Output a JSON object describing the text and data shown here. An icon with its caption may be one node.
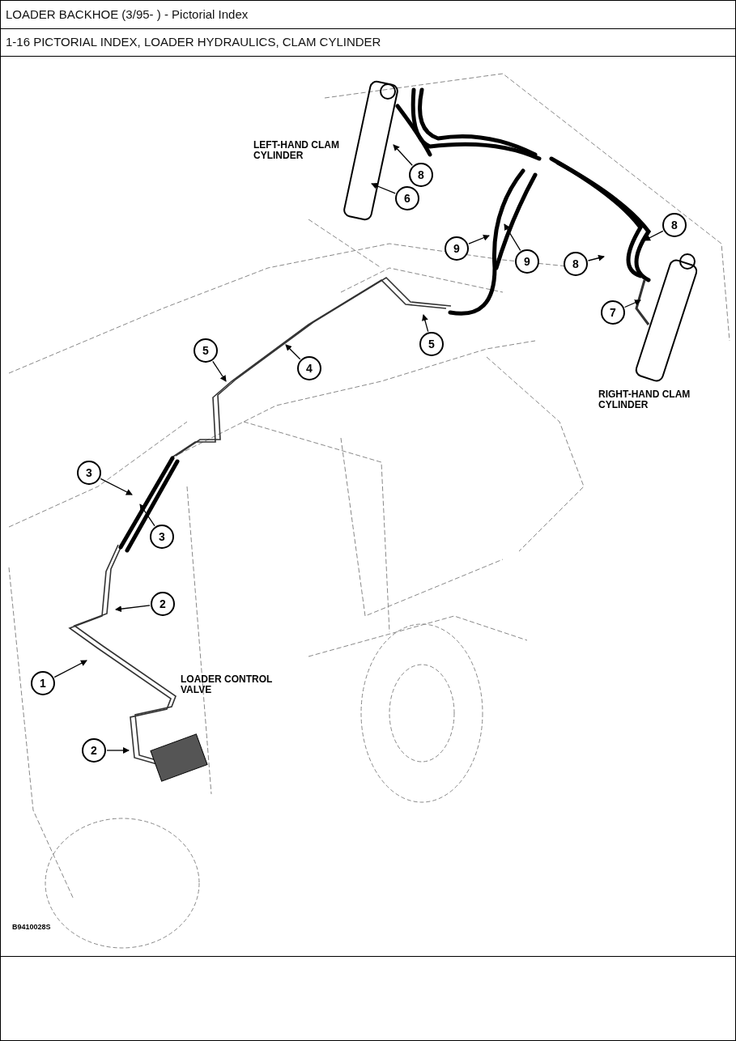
{
  "diagram": {
    "title": "LOADER BACKHOE (3/95- ) - Pictorial Index",
    "nodes": [
      {
        "text": [
          "8"
        ]
      },
      {
        "text": [
          "6"
        ]
      },
      {
        "text": [
          "9"
        ]
      },
      {
        "text": [
          "9"
        ]
      },
      {
        "text": [
          "8"
        ]
      },
      {
        "text": [
          "8"
        ]
      },
      {
        "text": [
          "7"
        ]
      },
      {
        "text": [
          "5"
        ]
      },
      {
        "text": [
          "4"
        ]
      },
      {
        "text": [
          "5"
        ]
      },
      {
        "text": [
          "3"
        ]
      },
      {
        "text": [
          "3"
        ]
      },
      {
        "text": [
          "2"
        ]
      },
      {
        "text": [
          "1"
        ]
      },
      {
        "text": [
          "2"
        ]
      }
    ],
    "edges": [
      {
        "from": 0,
        "to": null,
        "arrow": "to"
      },
      {
        "from": 1,
        "to": null,
        "arrow": "to"
      },
      {
        "from": 2,
        "to": null,
        "arrow": "to"
      },
      {
        "from": 3,
        "to": null,
        "arrow": "to"
      },
      {
        "from": 4,
        "to": null,
        "arrow": "to"
      },
      {
        "from": 5,
        "to": null,
        "arrow": "to"
      },
      {
        "from": 6,
        "to": null,
        "arrow": "to"
      },
      {
        "from": 7,
        "to": null,
        "arrow": "to"
      },
      {
        "from": 8,
        "to": null,
        "arrow": "to"
      },
      {
        "from": 9,
        "to": null,
        "arrow": "to"
      },
      {
        "from": 10,
        "to": null,
        "arrow": "to"
      },
      {
        "from": 11,
        "to": null,
        "arrow": "to"
      },
      {
        "from": 12,
        "to": null,
        "arrow": "to"
      },
      {
        "from": 13,
        "to": null,
        "arrow": "to"
      },
      {
        "from": 14,
        "to": null,
        "arrow": "to"
      }
    ],
    "labels": [
      "1-16 PICTORIAL INDEX, LOADER HYDRAULICS, CLAM CYLINDER",
      "LEFT-HAND CLAM CYLINDER",
      "RIGHT-HAND CLAM CYLINDER",
      "LOADER CONTROL VALVE",
      "B9410028S"
    ]
  }
}
